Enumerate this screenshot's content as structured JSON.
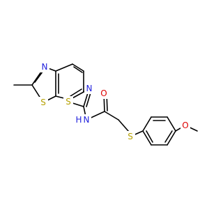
{
  "colors": {
    "bond": "#000000",
    "N": "#2222dd",
    "S": "#b5a000",
    "O": "#dd0000",
    "C": "#000000"
  },
  "atoms": {
    "n_thiazole_left": "N",
    "s_thiazole_left": "S",
    "n_thiazole_right": "N",
    "s_thiazole_right": "S",
    "n_amide": "N",
    "h_amide": "H",
    "o_carbonyl": "O",
    "s_thioether": "S",
    "o_methoxy": "O"
  }
}
